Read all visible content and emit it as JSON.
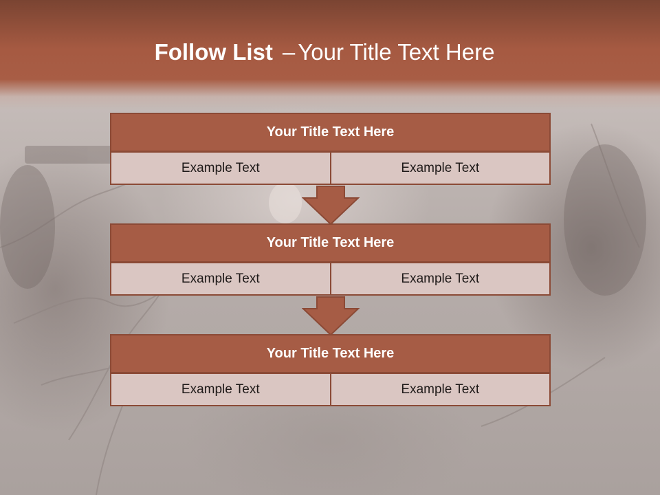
{
  "slide": {
    "title_bold": "Follow List",
    "title_dash": "–",
    "title_rest": "Your Title Text Here"
  },
  "blocks": [
    {
      "title": "Your Title Text Here",
      "left": "Example Text",
      "right": "Example Text"
    },
    {
      "title": "Your Title Text Here",
      "left": "Example Text",
      "right": "Example Text"
    },
    {
      "title": "Your Title Text Here",
      "left": "Example Text",
      "right": "Example Text"
    }
  ],
  "colors": {
    "header": "#a65a42",
    "block_title": "#a65c45",
    "block_border": "#8b4a36",
    "cell": "#dac6c2",
    "arrow": "#a65c45"
  }
}
